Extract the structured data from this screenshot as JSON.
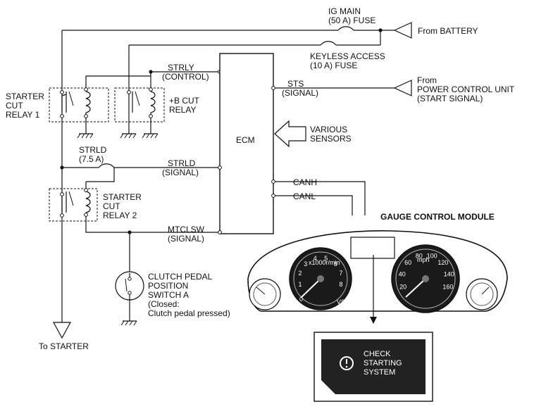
{
  "labels": {
    "ig_main_fuse": [
      "IG MAIN",
      "(50 A) FUSE"
    ],
    "from_battery": "From BATTERY",
    "keyless_fuse": [
      "KEYLESS ACCESS",
      "(10 A) FUSE"
    ],
    "strly": [
      "STRLY",
      "(CONTROL)"
    ],
    "sts": [
      "STS",
      "(SIGNAL)"
    ],
    "from_pcu": [
      "From",
      "POWER CONTROL UNIT",
      "(START SIGNAL)"
    ],
    "starter_cut_relay_1": [
      "STARTER",
      "CUT",
      "RELAY 1"
    ],
    "b_cut_relay": [
      "+B CUT",
      "RELAY"
    ],
    "ecm": "ECM",
    "various_sensors": [
      "VARIOUS",
      "SENSORS"
    ],
    "strld_fuse": [
      "STRLD",
      "(7.5 A)"
    ],
    "strld_signal": [
      "STRLD",
      "(SIGNAL)"
    ],
    "canh": "CANH",
    "canl": "CANL",
    "starter_cut_relay_2": [
      "STARTER",
      "CUT",
      "RELAY 2"
    ],
    "gauge_control_module": "GAUGE CONTROL MODULE",
    "mtclsw": [
      "MTCLSW",
      "(SIGNAL)"
    ],
    "clutch_switch": [
      "CLUTCH PEDAL",
      "POSITION",
      "SWITCH A",
      "(Closed:",
      "Clutch pedal pressed)"
    ],
    "to_starter": "To STARTER"
  },
  "display_message": [
    "CHECK",
    "STARTING",
    "SYSTEM"
  ],
  "gauges": {
    "tach_ticks": [
      "1",
      "2",
      "3",
      "4",
      "5",
      "6",
      "7",
      "8"
    ],
    "tach_zero": "0",
    "tach_unit": "x1000r/min",
    "speedo_ticks": [
      "20",
      "40",
      "60",
      "80",
      "100",
      "120",
      "140",
      "160"
    ],
    "speedo_unit": "mph",
    "tach_sub": "VSA"
  },
  "colors": {
    "ink": "#111111",
    "dial": "#1a1a1a",
    "display_bg": "#222222",
    "page": "#ffffff"
  }
}
